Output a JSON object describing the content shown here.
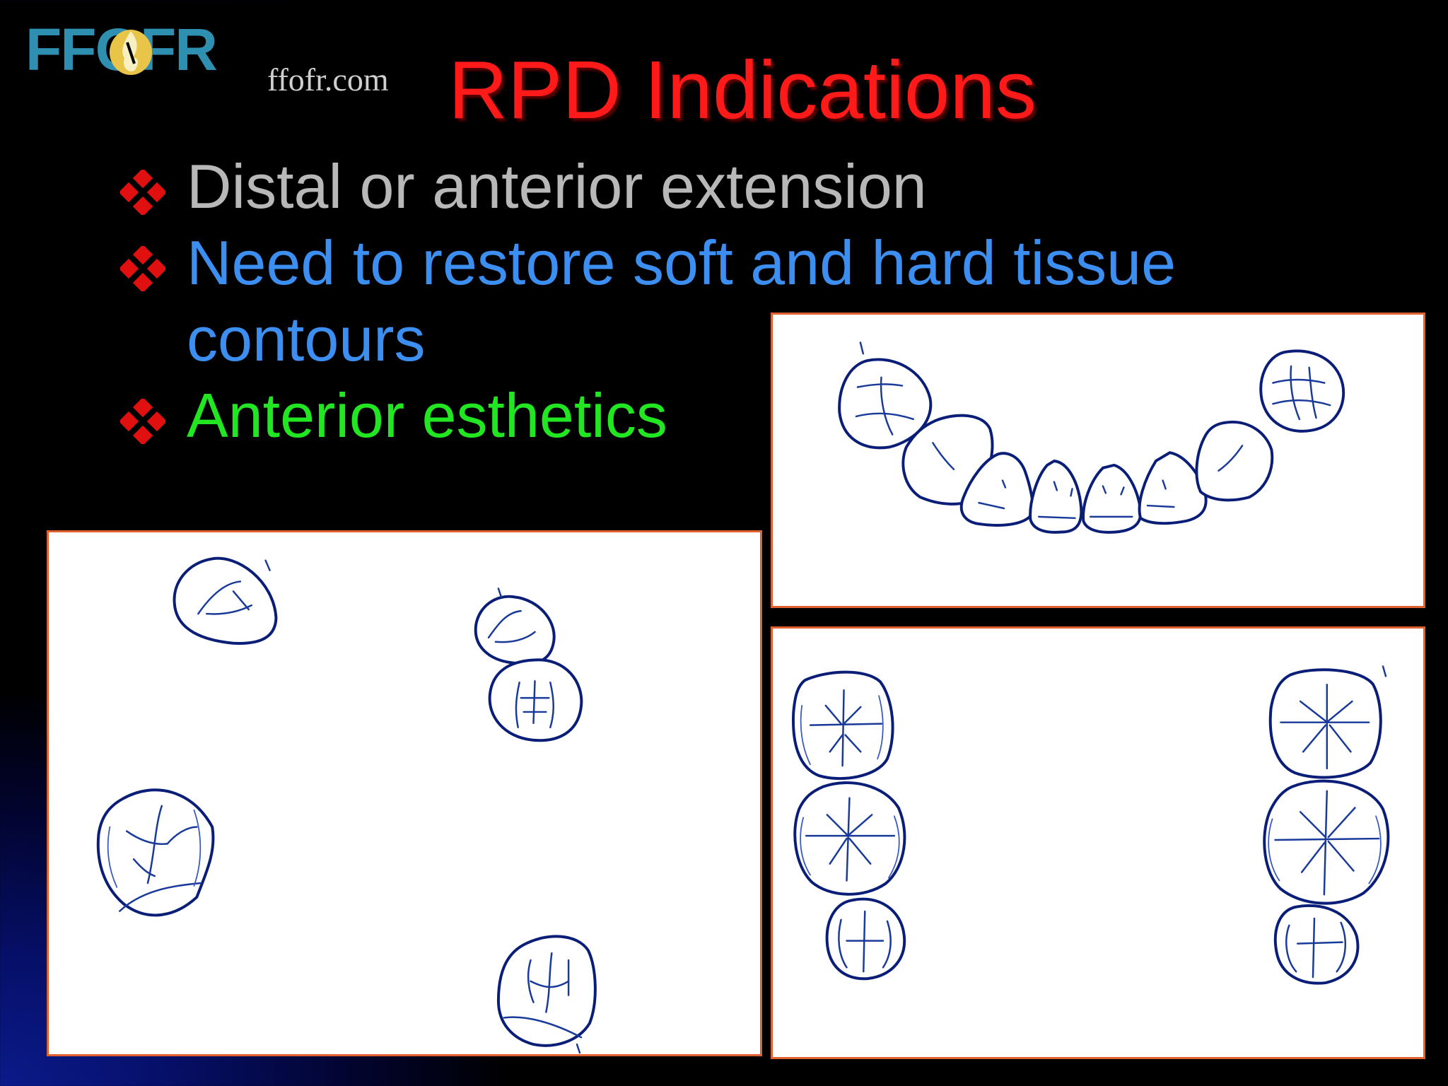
{
  "logo": {
    "mark_text": "FFOFR",
    "url_text": "ffofr.com"
  },
  "title": "RPD Indications",
  "bullets": [
    {
      "line1": "Distal or anterior extension",
      "line2": ""
    },
    {
      "line1": "Need to restore soft and hard tissue",
      "line2": "contours"
    },
    {
      "line1": "Anterior esthetics",
      "line2": ""
    }
  ],
  "colors": {
    "title": "#ff1a1a",
    "bullet_1": "#b8b8b8",
    "bullet_2": "#3c8ef0",
    "bullet_3": "#22e622",
    "bullet_marker": "#e01010",
    "tooth_outline": "#0a1e78",
    "panel_border": "#e06030"
  },
  "icons": {
    "bullet_marker": "four-diamond-icon",
    "logo_flame": "flame-icon"
  },
  "panels": [
    {
      "name": "partially-edentulous-arch-drawing"
    },
    {
      "name": "anterior-arch-drawing"
    },
    {
      "name": "posterior-teeth-drawing"
    }
  ]
}
